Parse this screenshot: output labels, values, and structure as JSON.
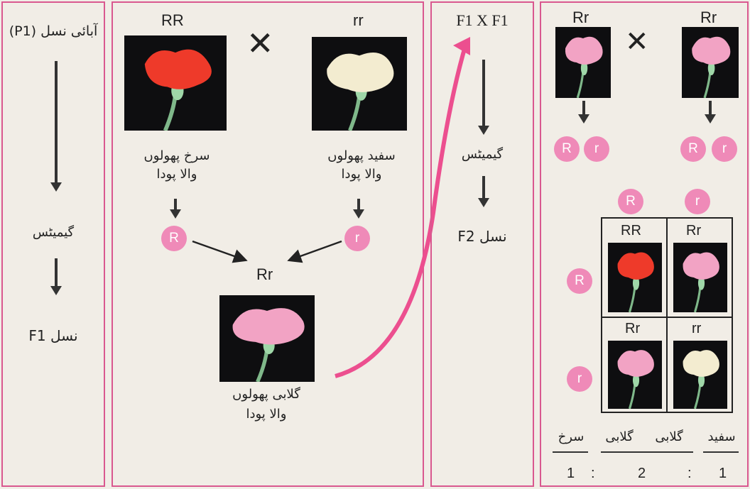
{
  "panel1": {
    "title": "آبائی نسل (P1)",
    "gametes": "گیمیٹس",
    "f1": "نسل F1"
  },
  "panel2": {
    "parent_left_genotype": "RR",
    "parent_right_genotype": "rr",
    "cross_symbol": "✕",
    "left_label_1": "سرخ پھولوں",
    "left_label_2": "والا پودا",
    "right_label_1": "سفید پھولوں",
    "right_label_2": "والا پودا",
    "gamete_left": "R",
    "gamete_right": "r",
    "offspring_genotype": "Rr",
    "offspring_label_1": "گلابی پھولوں",
    "offspring_label_2": "والا پودا"
  },
  "panel3": {
    "title": "F1 X F1",
    "gametes": "گیمیٹس",
    "f2": "نسل F2"
  },
  "panel4": {
    "parent_left_genotype": "Rr",
    "parent_right_genotype": "Rr",
    "left_gametes": [
      "R",
      "r"
    ],
    "right_gametes": [
      "R",
      "r"
    ],
    "grid_col_gametes": [
      "R",
      "r"
    ],
    "grid_row_gametes": [
      "R",
      "r"
    ],
    "grid_cells": [
      "RR",
      "Rr",
      "Rr",
      "rr"
    ],
    "phenotypes": [
      "سفید",
      "گلابی",
      "گلابی",
      "سرخ"
    ],
    "ratio": [
      "1",
      ":",
      "2",
      ":",
      "1"
    ]
  },
  "colors": {
    "border": "#d9588f",
    "gamete_circle": "#ef8ab8",
    "arrow_pink": "#ec4f8f",
    "red_flower": "#ee3a2a",
    "pink_flower": "#f2a3c4",
    "white_flower": "#f3ecd0"
  }
}
